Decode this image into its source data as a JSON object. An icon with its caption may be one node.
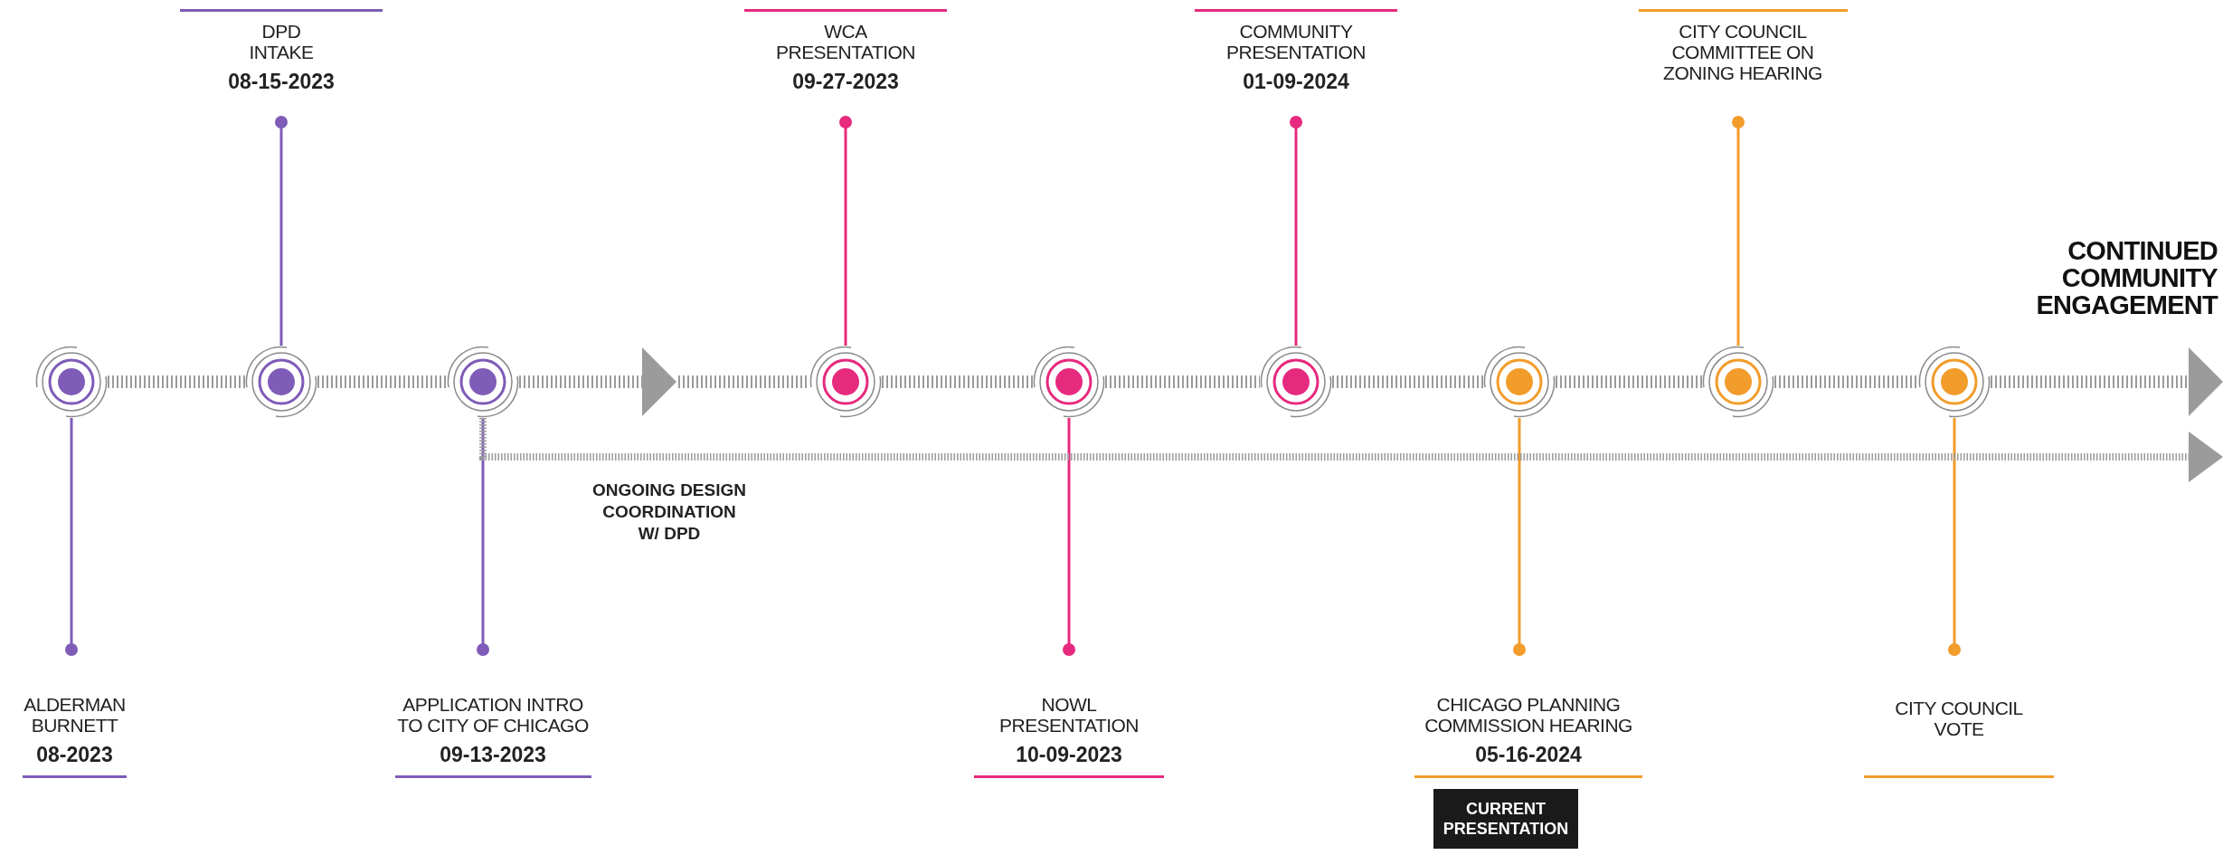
{
  "diagram": {
    "nodes": [
      {
        "text": [],
        "shape": "circle"
      },
      {
        "text": [
          "ALDERMAN BURNETT",
          "08-2023"
        ]
      },
      {
        "text": [],
        "shape": "circle"
      },
      {
        "text": [
          "DPD INTAKE",
          "08-15-2023"
        ]
      },
      {
        "text": [],
        "shape": "circle"
      },
      {
        "text": [
          "APPLICATION INTRO TO CITY OF CHICAGO",
          "09-13-2023"
        ]
      },
      {
        "text": [],
        "shape": "circle"
      },
      {
        "text": [
          "WCA PRESENTATION",
          "09-27-2023"
        ]
      },
      {
        "text": [],
        "shape": "circle"
      },
      {
        "text": [
          "NOWL PRESENTATION",
          "10-09-2023"
        ]
      },
      {
        "text": [],
        "shape": "circle"
      },
      {
        "text": [
          "COMMUNITY PRESENTATION",
          "01-09-2024"
        ]
      },
      {
        "text": [],
        "shape": "circle"
      },
      {
        "text": [
          "CHICAGO PLANNING COMMISSION HEARING",
          "05-16-2024"
        ]
      },
      {
        "text": [
          "CURRENT PRESENTATION"
        ]
      },
      {
        "text": [],
        "shape": "circle"
      },
      {
        "text": [
          "CITY COUNCIL COMMITTEE ON ZONING HEARING"
        ]
      },
      {
        "text": [],
        "shape": "circle"
      },
      {
        "text": [
          "CITY COUNCIL VOTE"
        ]
      }
    ],
    "edges": [
      {
        "from": 0,
        "to": 1,
        "arrow": "other",
        "color": "#7e5cb8"
      },
      {
        "from": 2,
        "to": 3,
        "arrow": "other",
        "color": "#7e5cb8"
      },
      {
        "from": 4,
        "to": 5,
        "arrow": "other",
        "color": "#7e5cb8"
      },
      {
        "from": 6,
        "to": 7,
        "arrow": "other",
        "color": "#e62a7e"
      },
      {
        "from": 8,
        "to": 9,
        "arrow": "other",
        "color": "#e62a7e"
      },
      {
        "from": 10,
        "to": 11,
        "arrow": "other",
        "color": "#e62a7e"
      },
      {
        "from": 12,
        "to": 13,
        "arrow": "other",
        "color": "#f29c2b"
      },
      {
        "from": 15,
        "to": 16,
        "arrow": "other",
        "color": "#f29c2b"
      },
      {
        "from": 17,
        "to": 18,
        "arrow": "other",
        "color": "#f29c2b"
      },
      {
        "from": 0,
        "to": 2,
        "arrow": "none",
        "style": "dashed",
        "color": "#9b9b9b"
      },
      {
        "from": 2,
        "to": 4,
        "arrow": "none",
        "style": "dashed",
        "color": "#9b9b9b"
      },
      {
        "from": 4,
        "to": null,
        "arrow": "to",
        "style": "dashed",
        "color": "#9b9b9b"
      },
      {
        "from": 6,
        "to": 8,
        "arrow": "none",
        "style": "dashed",
        "color": "#9b9b9b"
      },
      {
        "from": 8,
        "to": 10,
        "arrow": "none",
        "style": "dashed",
        "color": "#9b9b9b"
      },
      {
        "from": 10,
        "to": 12,
        "arrow": "none",
        "style": "dashed",
        "color": "#9b9b9b"
      },
      {
        "from": 12,
        "to": 15,
        "arrow": "none",
        "style": "dashed",
        "color": "#9b9b9b"
      },
      {
        "from": 15,
        "to": 17,
        "arrow": "none",
        "style": "dashed",
        "color": "#9b9b9b"
      },
      {
        "from": 17,
        "to": null,
        "arrow": "to",
        "style": "dashed",
        "color": "#9b9b9b"
      },
      {
        "from": 4,
        "to": null,
        "arrow": "to",
        "style": "dashed",
        "color": "#9b9b9b"
      },
      {
        "from": null,
        "to": 6,
        "arrow": "none",
        "style": "dashed",
        "color": "#9b9b9b"
      }
    ],
    "labels": [
      "ONGOING DESIGN COORDINATION W/ DPD",
      "CONTINUED COMMUNITY ENGAGEMENT"
    ]
  }
}
